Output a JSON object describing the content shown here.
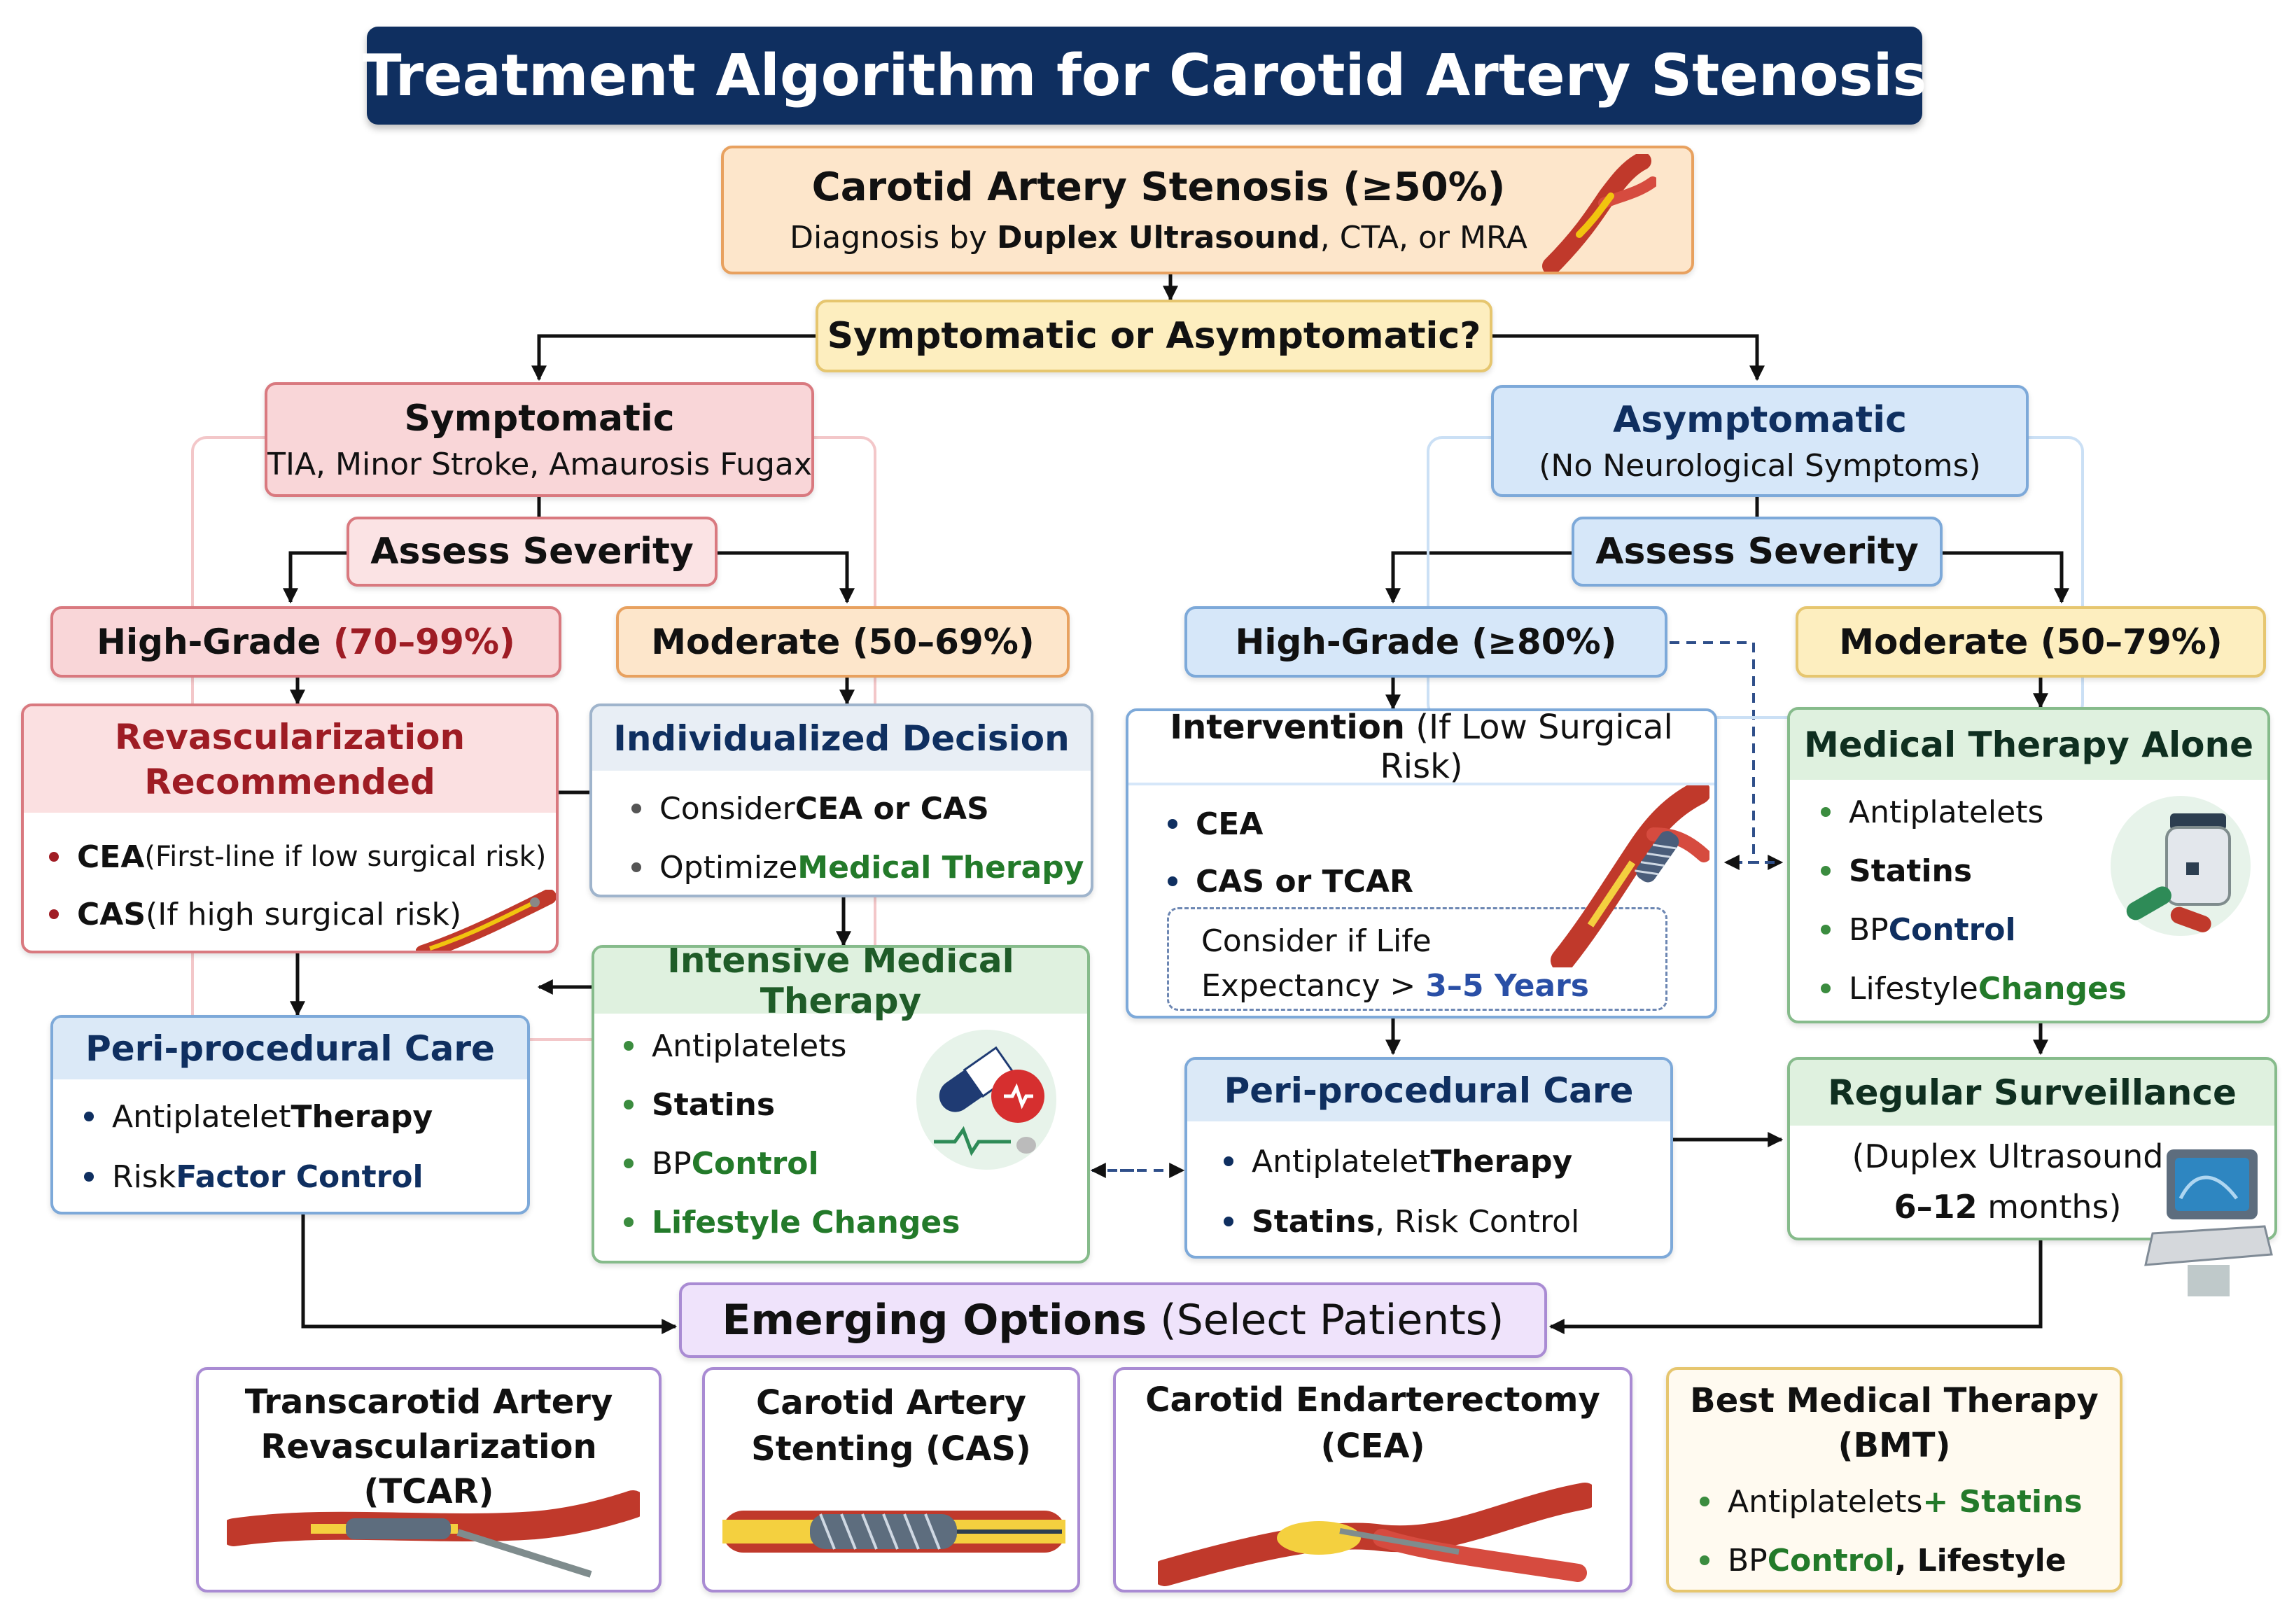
{
  "title": "Treatment Algorithm for Carotid Artery Stenosis",
  "top": {
    "title": "Carotid Artery Stenosis (≥50%)",
    "diag_pre": "Diagnosis by ",
    "diag_bold": "Duplex Ultrasound",
    "diag_post": ", CTA, or MRA"
  },
  "question": "Symptomatic or Asymptomatic?",
  "symptomatic": {
    "title": "Symptomatic",
    "subtitle": "(TIA, Minor Stroke, Amaurosis Fugax)",
    "assess": "Assess Severity",
    "high_grade": {
      "label": "High-Grade ",
      "range": "(70–99%)"
    },
    "moderate": "Moderate (50–69%)",
    "revasc": {
      "title_line1": "Revascularization",
      "title_line2": "Recommended",
      "items": [
        {
          "bold": "CEA",
          "text": " (First-line if low surgical risk)"
        },
        {
          "bold": "CAS",
          "text": " (If high surgical risk)"
        }
      ]
    },
    "individualized": {
      "title": "Individualized Decision",
      "item1_pre": "Consider ",
      "item1_bold": "CEA or CAS",
      "item2_pre": "Optimize ",
      "item2_green": "Medical Therapy"
    },
    "intensive": {
      "title": "Intensive Medical Therapy",
      "items": [
        "Antiplatelets",
        "Statins",
        "BP ",
        "Control",
        "Lifestyle Changes"
      ]
    },
    "peri": {
      "title": "Peri-procedural Care",
      "item1_pre": "Antiplatelet ",
      "item1_bold": "Therapy",
      "item2_pre": "Risk ",
      "item2_bold": "Factor Control"
    }
  },
  "asymptomatic": {
    "title": "Asymptomatic",
    "subtitle": "(No Neurological Symptoms)",
    "assess": "Assess Severity",
    "high_grade": "High-Grade (≥80%)",
    "moderate": "Moderate (50–79%)",
    "intervention": {
      "title_bold": "Intervention",
      "title_rest": " (If Low Surgical Risk)",
      "item1": "CEA",
      "item2": "CAS or TCAR",
      "note_line1": "Consider if Life",
      "note_line2_pre": "Expectancy > ",
      "note_line2_bold": "3–5 Years"
    },
    "medical_alone": {
      "title": "Medical Therapy Alone",
      "item1": "Antiplatelets",
      "item2": "Statins",
      "item3_pre": "BP ",
      "item3_bold": "Control",
      "item4_pre": "Lifestyle ",
      "item4_bold": "Changes"
    },
    "peri": {
      "title": "Peri-procedural Care",
      "item1_pre": "Antiplatelet ",
      "item1_bold": "Therapy",
      "item2_bold": "Statins",
      "item2_rest": ", Risk Control"
    },
    "surveillance": {
      "title": "Regular Surveillance",
      "line1": "(Duplex Ultrasound",
      "line2_bold": "6–12",
      "line2_rest": " months)"
    }
  },
  "emerging": {
    "title_bold": "Emerging Options",
    "title_rest": " (Select Patients)"
  },
  "options": {
    "tcar": {
      "line1": "Transcarotid Artery",
      "line2": "Revascularization (TCAR)"
    },
    "cas": {
      "line1": "Carotid Artery",
      "line2": "Stenting (CAS)"
    },
    "cea": {
      "line1": "Carotid Endarterectomy",
      "line2": "(CEA)"
    },
    "bmt": {
      "line1": "Best Medical Therapy",
      "line2": "(BMT)",
      "item1_pre": "Antiplatelets ",
      "item1_green": "+ Statins",
      "item2_pre": "BP ",
      "item2_green": "Control",
      "item2_rest": ", Lifestyle"
    }
  },
  "colors": {
    "title_bg": "#0f2f60",
    "symptomatic_red": "#9e1c24",
    "asymptomatic_navy": "#0f2f60",
    "therapy_green": "#237a2a"
  }
}
